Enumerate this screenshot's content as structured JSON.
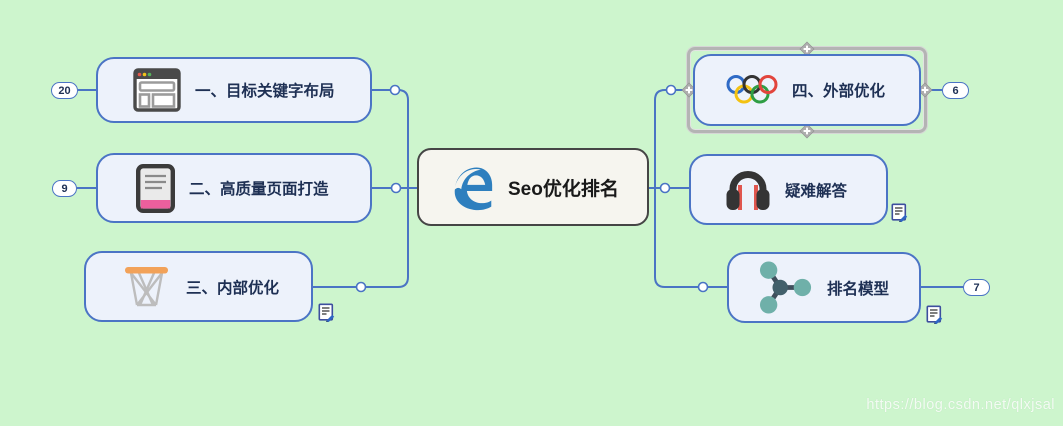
{
  "colors": {
    "background": "#cdf5cd",
    "branch_line": "#4a74c4",
    "node_fill": "#edf2fb",
    "node_border": "#4b74c5",
    "node_text": "#1e3054",
    "root_fill": "#f6f5ef",
    "root_border": "#454545",
    "selection_frame": "#b4b4b4",
    "edge_logo_blue": "#2e7fbe"
  },
  "root": {
    "label": "Seo优化排名",
    "icon": "edge-browser-icon"
  },
  "left_branches": [
    {
      "label": "一、目标关键字布局",
      "icon": "browser-window-icon",
      "badge": "20"
    },
    {
      "label": "二、高质量页面打造",
      "icon": "tablet-document-icon",
      "badge": "9"
    },
    {
      "label": "三、内部优化",
      "icon": "basketball-hoop-icon",
      "note": true
    }
  ],
  "right_branches": [
    {
      "label": "四、外部优化",
      "icon": "olympic-rings-icon",
      "badge": "6",
      "selected": true
    },
    {
      "label": "疑难解答",
      "icon": "headphones-icon",
      "note": true
    },
    {
      "label": "排名模型",
      "icon": "molecule-icon",
      "badge": "7",
      "note": true
    }
  ],
  "watermark": "https://blog.csdn.net/qlxjsal"
}
